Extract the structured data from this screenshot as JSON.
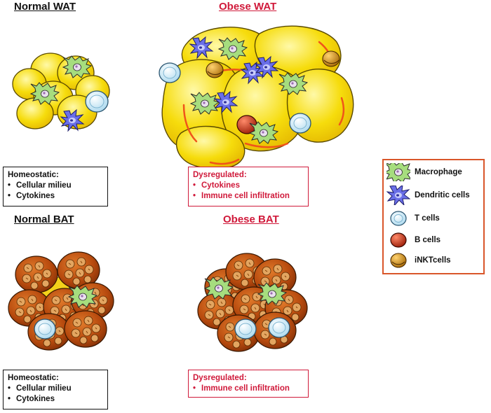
{
  "titles": {
    "normal_wat": "Normal WAT",
    "obese_wat": "Obese WAT",
    "normal_bat": "Normal BAT",
    "obese_bat": "Obese BAT"
  },
  "boxes": {
    "normal_wat": {
      "heading": "Homeostatic:",
      "items": [
        "Cellular milieu",
        "Cytokines"
      ]
    },
    "obese_wat": {
      "heading": "Dysregulated:",
      "items": [
        "Cytokines",
        "Immune cell infiltration"
      ]
    },
    "normal_bat": {
      "heading": "Homeostatic:",
      "items": [
        "Cellular milieu",
        "Cytokines"
      ]
    },
    "obese_bat": {
      "heading": "Dysregulated:",
      "items": [
        "Immune cell infiltration"
      ]
    }
  },
  "legend": {
    "macrophage": "Macrophage",
    "dendritic": "Dendritic cells",
    "tcell": "T cells",
    "bcell": "B cells",
    "inkt": "iNKTcells"
  },
  "colors": {
    "adipocyte_white": "#f5d90a",
    "adipocyte_brown": "#b34a10",
    "macrophage": "#9fd87a",
    "dendritic": "#5a5ae0",
    "tcell": "#c7e9f6",
    "bcell": "#c23a1a",
    "inkt": "#d59818",
    "dysregulated": "#d0193a",
    "legend_border": "#d9562a"
  }
}
